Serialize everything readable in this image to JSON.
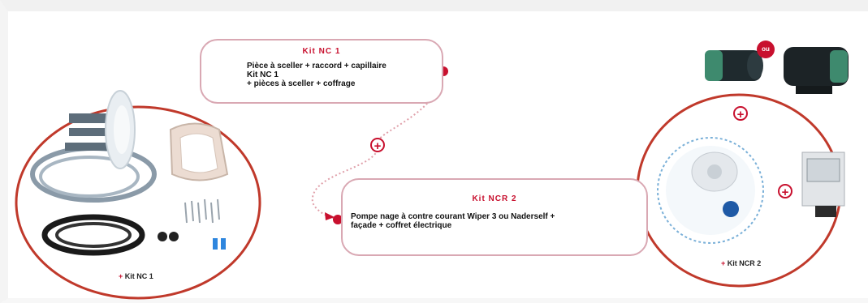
{
  "kit_nc1_box": {
    "title": "Kit NC 1",
    "description": "Pièce à sceller + raccord + capillaire\nKit NC 1\n+ pièces à sceller + coffrage"
  },
  "kit_ncr2_box": {
    "title": "Kit NCR 2",
    "description": "Pompe nage à contre courant Wiper 3 ou Naderself +\nfaçade + coffret électrique"
  },
  "left_circle": {
    "caption_prefix": "+",
    "caption": "Kit NC 1"
  },
  "right_circle": {
    "caption_prefix": "+",
    "caption": "Kit NCR 2"
  },
  "symbols": {
    "plus": "+",
    "or": "ou"
  },
  "colors": {
    "accent": "#c8102e",
    "bubble_border": "#d9a8b3",
    "circle_border": "#c0392b"
  }
}
